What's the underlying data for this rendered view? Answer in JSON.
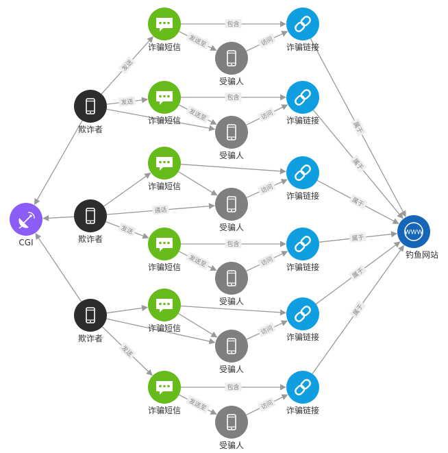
{
  "labels": {
    "cgi": "CGI",
    "fraudster": "欺诈者",
    "sms": "诈骗短信",
    "victim": "受骗人",
    "link": "诈骗链接",
    "phishing_site": "钓鱼网站"
  },
  "edge_labels": {
    "send": "发送",
    "send_to": "发送至",
    "contains": "包含",
    "visit": "访问",
    "belongs": "属于",
    "call": "通话"
  },
  "icons": {
    "cgi": "satellite-dish-icon",
    "fraudster": "smartphone-icon",
    "sms": "chat-bubble-icon",
    "victim": "smartphone-icon",
    "link": "chain-link-icon",
    "phishing_site": "www-globe-icon"
  },
  "colors": {
    "cgi": "#8b5cf6",
    "fraudster": "#2d2d2d",
    "sms": "#66bb1a",
    "victim": "#7f7f7f",
    "link": "#0f9fe0",
    "phishing_site": "#1565b8",
    "edge": "#999999"
  },
  "nodes": [
    {
      "id": "cgi",
      "type": "cgi"
    },
    {
      "id": "f1",
      "type": "fraudster"
    },
    {
      "id": "f2",
      "type": "fraudster"
    },
    {
      "id": "f3",
      "type": "fraudster"
    },
    {
      "id": "s1",
      "type": "sms"
    },
    {
      "id": "s2",
      "type": "sms"
    },
    {
      "id": "s3",
      "type": "sms"
    },
    {
      "id": "s4",
      "type": "sms"
    },
    {
      "id": "s5",
      "type": "sms"
    },
    {
      "id": "s6",
      "type": "sms"
    },
    {
      "id": "v1",
      "type": "victim"
    },
    {
      "id": "v2",
      "type": "victim"
    },
    {
      "id": "v3",
      "type": "victim"
    },
    {
      "id": "v4",
      "type": "victim"
    },
    {
      "id": "v5",
      "type": "victim"
    },
    {
      "id": "v6",
      "type": "victim"
    },
    {
      "id": "l1",
      "type": "link"
    },
    {
      "id": "l2",
      "type": "link"
    },
    {
      "id": "l3",
      "type": "link"
    },
    {
      "id": "l4",
      "type": "link"
    },
    {
      "id": "l5",
      "type": "link"
    },
    {
      "id": "l6",
      "type": "link"
    },
    {
      "id": "www",
      "type": "phishing_site"
    }
  ],
  "edges": [
    {
      "from": "f1",
      "to": "cgi"
    },
    {
      "from": "f2",
      "to": "cgi"
    },
    {
      "from": "f3",
      "to": "cgi"
    },
    {
      "from": "f1",
      "to": "s1",
      "label": "send"
    },
    {
      "from": "f1",
      "to": "s2",
      "label": "send"
    },
    {
      "from": "f1",
      "to": "v2"
    },
    {
      "from": "f2",
      "to": "s3"
    },
    {
      "from": "f2",
      "to": "v3",
      "label": "call"
    },
    {
      "from": "f2",
      "to": "s4",
      "label": "send"
    },
    {
      "from": "f3",
      "to": "s5"
    },
    {
      "from": "f3",
      "to": "v5"
    },
    {
      "from": "f3",
      "to": "s6",
      "label": "send"
    },
    {
      "from": "s1",
      "to": "l1",
      "label": "contains"
    },
    {
      "from": "s1",
      "to": "v1",
      "label": "send_to"
    },
    {
      "from": "s2",
      "to": "l2",
      "label": "contains"
    },
    {
      "from": "s2",
      "to": "v2",
      "label": "send_to"
    },
    {
      "from": "s3",
      "to": "l3"
    },
    {
      "from": "s3",
      "to": "v3"
    },
    {
      "from": "s4",
      "to": "l4",
      "label": "contains"
    },
    {
      "from": "s4",
      "to": "v4",
      "label": "send_to"
    },
    {
      "from": "s5",
      "to": "l5"
    },
    {
      "from": "s5",
      "to": "v5"
    },
    {
      "from": "s6",
      "to": "l6",
      "label": "contains"
    },
    {
      "from": "s6",
      "to": "v6",
      "label": "send_to"
    },
    {
      "from": "v1",
      "to": "l1",
      "label": "visit"
    },
    {
      "from": "v2",
      "to": "l2",
      "label": "visit"
    },
    {
      "from": "v3",
      "to": "l3",
      "label": "visit"
    },
    {
      "from": "v4",
      "to": "l4",
      "label": "visit"
    },
    {
      "from": "v5",
      "to": "l5",
      "label": "visit"
    },
    {
      "from": "v6",
      "to": "l6",
      "label": "visit"
    },
    {
      "from": "l1",
      "to": "www",
      "label": "belongs"
    },
    {
      "from": "l2",
      "to": "www",
      "label": "belongs"
    },
    {
      "from": "l3",
      "to": "www",
      "label": "belongs"
    },
    {
      "from": "l4",
      "to": "www",
      "label": "belongs"
    },
    {
      "from": "l5",
      "to": "www",
      "label": "belongs"
    },
    {
      "from": "l6",
      "to": "www",
      "label": "belongs"
    }
  ]
}
